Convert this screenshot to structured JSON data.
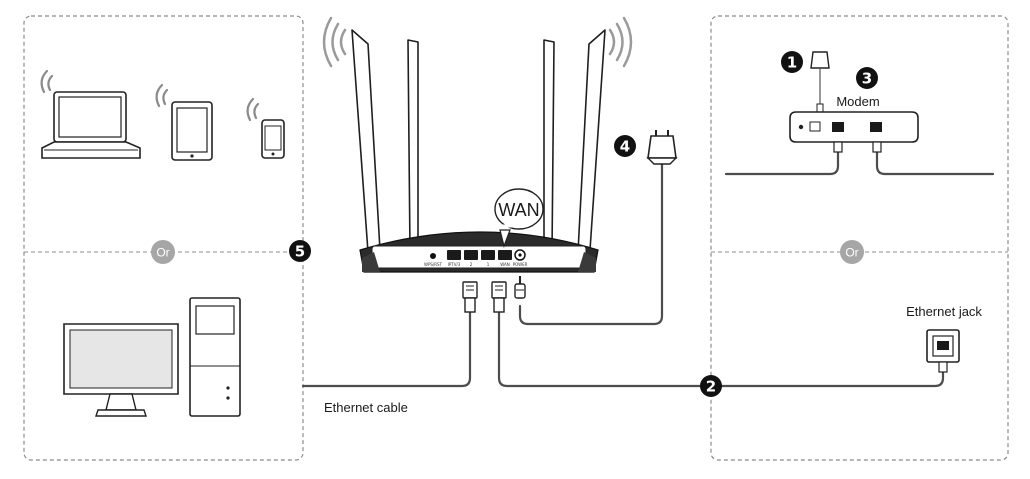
{
  "labels": {
    "wan": "WAN",
    "modem": "Modem",
    "ethernet_jack": "Ethernet jack",
    "ethernet_cable": "Ethernet cable",
    "or_left": "Or",
    "or_right": "Or"
  },
  "router_ports": {
    "wps": "WPS/RST",
    "port_iptv": "IPTV/3",
    "port_2": "2",
    "port_1": "1",
    "port_wan": "WAN",
    "power": "POWER"
  },
  "steps": {
    "one": "1",
    "two": "2",
    "three": "3",
    "four": "4",
    "five": "5"
  },
  "colors": {
    "dash_border": "#8c8c8c",
    "step_badge": "#111111",
    "or_badge": "#a6a6a6",
    "cable": "#4d4d4d",
    "router_body": "#2b2b2b"
  },
  "icons": {
    "laptop": "laptop-icon",
    "tablet": "tablet-icon",
    "phone": "phone-icon",
    "desktop": "desktop-computer-icon",
    "router": "router-icon",
    "modem": "modem-icon",
    "power_adapter": "power-adapter-icon",
    "ethernet_jack": "ethernet-jack-icon",
    "wifi": "wifi-signal-icon"
  }
}
